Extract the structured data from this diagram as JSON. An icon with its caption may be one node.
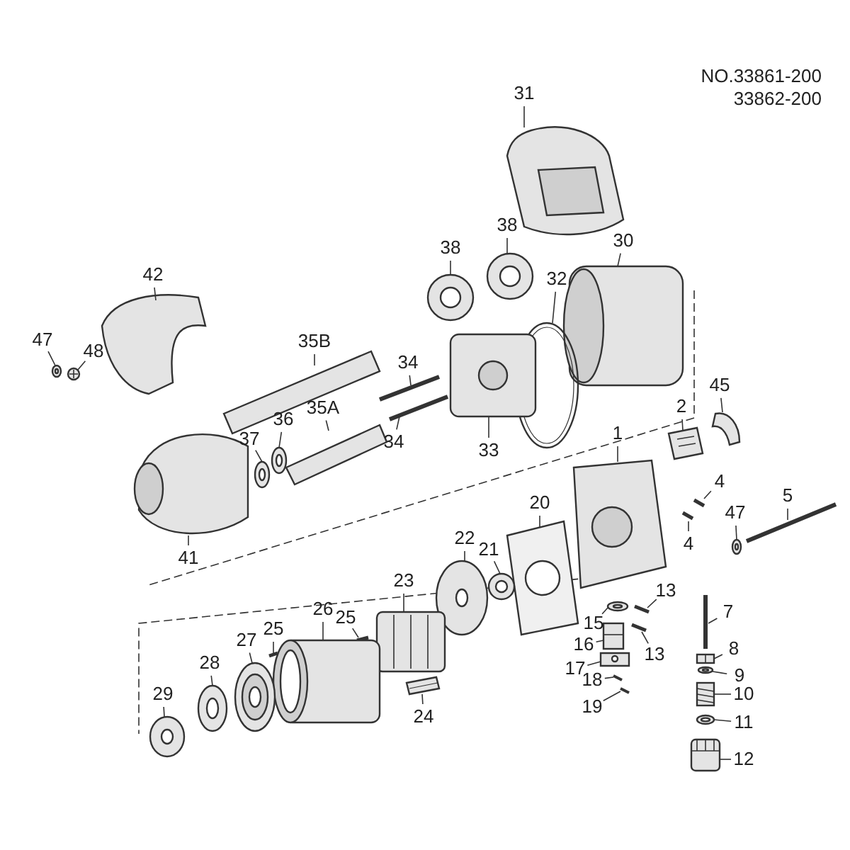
{
  "diagram": {
    "nodes": [
      {
        "text": [
          "31"
        ]
      },
      {
        "text": [
          "38"
        ]
      },
      {
        "text": [
          "38"
        ]
      },
      {
        "text": [
          "30"
        ]
      },
      {
        "text": [
          "32"
        ]
      },
      {
        "text": [
          "42"
        ]
      },
      {
        "text": [
          "47"
        ]
      },
      {
        "text": [
          "48"
        ]
      },
      {
        "text": [
          "35B"
        ]
      },
      {
        "text": [
          "34"
        ]
      },
      {
        "text": [
          "36"
        ]
      },
      {
        "text": [
          "35A"
        ]
      },
      {
        "text": [
          "37"
        ]
      },
      {
        "text": [
          "34"
        ]
      },
      {
        "text": [
          "33"
        ]
      },
      {
        "text": [
          "45"
        ]
      },
      {
        "text": [
          "2"
        ]
      },
      {
        "text": [
          "1"
        ]
      },
      {
        "text": [
          "4"
        ]
      },
      {
        "text": [
          "4"
        ]
      },
      {
        "text": [
          "47"
        ]
      },
      {
        "text": [
          "5"
        ]
      },
      {
        "text": [
          "20"
        ]
      },
      {
        "text": [
          "41"
        ]
      },
      {
        "text": [
          "22"
        ]
      },
      {
        "text": [
          "21"
        ]
      },
      {
        "text": [
          "23"
        ]
      },
      {
        "text": [
          "25"
        ]
      },
      {
        "text": [
          "26"
        ]
      },
      {
        "text": [
          "13"
        ]
      },
      {
        "text": [
          "15"
        ]
      },
      {
        "text": [
          "7"
        ]
      },
      {
        "text": [
          "25"
        ]
      },
      {
        "text": [
          "27"
        ]
      },
      {
        "text": [
          "16"
        ]
      },
      {
        "text": [
          "13"
        ]
      },
      {
        "text": [
          "8"
        ]
      },
      {
        "text": [
          "17"
        ]
      },
      {
        "text": [
          "9"
        ]
      },
      {
        "text": [
          "28"
        ]
      },
      {
        "text": [
          "29"
        ]
      },
      {
        "text": [
          "18"
        ]
      },
      {
        "text": [
          "10"
        ]
      },
      {
        "text": [
          "19"
        ]
      },
      {
        "text": [
          "24"
        ]
      },
      {
        "text": [
          "11"
        ]
      },
      {
        "text": [
          "12"
        ]
      },
      {
        "text": [],
        "shape": "picture"
      },
      {
        "text": [],
        "shape": "picture"
      },
      {
        "text": [],
        "shape": "picture"
      },
      {
        "text": [],
        "shape": "picture"
      },
      {
        "text": [],
        "shape": "picture"
      },
      {
        "text": [],
        "shape": "picture"
      },
      {
        "text": [],
        "shape": "picture"
      },
      {
        "text": [],
        "shape": "picture"
      },
      {
        "text": [],
        "shape": "picture"
      },
      {
        "text": [],
        "shape": "picture"
      },
      {
        "text": [],
        "shape": "picture"
      },
      {
        "text": [],
        "shape": "picture"
      },
      {
        "text": [],
        "shape": "picture"
      },
      {
        "text": [],
        "shape": "picture"
      },
      {
        "text": [],
        "shape": "picture"
      },
      {
        "text": [],
        "shape": "picture"
      },
      {
        "text": [],
        "shape": "picture"
      },
      {
        "text": [],
        "shape": "picture"
      },
      {
        "text": [],
        "shape": "picture"
      },
      {
        "text": [],
        "shape": "picture"
      },
      {
        "text": [],
        "shape": "picture"
      },
      {
        "text": [],
        "shape": "picture"
      },
      {
        "text": [],
        "shape": "picture"
      },
      {
        "text": [],
        "shape": "picture"
      },
      {
        "text": [],
        "shape": "picture"
      },
      {
        "text": [],
        "shape": "picture"
      },
      {
        "text": [],
        "shape": "picture"
      },
      {
        "text": [],
        "shape": "picture"
      },
      {
        "text": [],
        "shape": "picture"
      },
      {
        "text": [],
        "shape": "picture"
      },
      {
        "text": [],
        "shape": "picture"
      },
      {
        "text": [],
        "shape": "picture"
      },
      {
        "text": [],
        "shape": "picture"
      },
      {
        "text": [],
        "shape": "picture"
      },
      {
        "text": [],
        "shape": "picture"
      },
      {
        "text": [],
        "shape": "picture"
      },
      {
        "text": [],
        "shape": "picture"
      },
      {
        "text": [],
        "shape": "picture"
      },
      {
        "text": [],
        "shape": "picture"
      },
      {
        "text": [],
        "shape": "picture"
      },
      {
        "text": [],
        "shape": "picture"
      },
      {
        "text": [],
        "shape": "picture"
      },
      {
        "text": [],
        "shape": "picture"
      },
      {
        "text": [],
        "shape": "picture"
      },
      {
        "text": [],
        "shape": "picture"
      },
      {
        "text": [],
        "shape": "picture"
      },
      {
        "text": [],
        "shape": "picture"
      }
    ],
    "edges": [
      {
        "from": 0,
        "to": 47,
        "arrow": "none"
      },
      {
        "from": 1,
        "to": 48,
        "arrow": "none"
      },
      {
        "from": 2,
        "to": 49,
        "arrow": "none"
      },
      {
        "from": 3,
        "to": 50,
        "arrow": "none"
      },
      {
        "from": 4,
        "to": 51,
        "arrow": "none"
      },
      {
        "from": 5,
        "to": 52,
        "arrow": "none"
      },
      {
        "from": 6,
        "to": 53,
        "arrow": "none"
      },
      {
        "from": 7,
        "to": 54,
        "arrow": "none"
      },
      {
        "from": 8,
        "to": 55,
        "arrow": "none"
      },
      {
        "from": 9,
        "to": 56,
        "arrow": "none"
      },
      {
        "from": 10,
        "to": 57,
        "arrow": "none"
      },
      {
        "from": 11,
        "to": 58,
        "arrow": "none"
      },
      {
        "from": 12,
        "to": 59,
        "arrow": "none"
      },
      {
        "from": 13,
        "to": 60,
        "arrow": "none"
      },
      {
        "from": 14,
        "to": 61,
        "arrow": "none"
      },
      {
        "from": 15,
        "to": 62,
        "arrow": "none"
      },
      {
        "from": 16,
        "to": 63,
        "arrow": "none"
      },
      {
        "from": 17,
        "to": 64,
        "arrow": "none"
      },
      {
        "from": 18,
        "to": 65,
        "arrow": "none"
      },
      {
        "from": 19,
        "to": 66,
        "arrow": "none"
      },
      {
        "from": 20,
        "to": 67,
        "arrow": "none"
      },
      {
        "from": 21,
        "to": 68,
        "arrow": "none"
      },
      {
        "from": 22,
        "to": 69,
        "arrow": "none"
      },
      {
        "from": 23,
        "to": 70,
        "arrow": "none"
      },
      {
        "from": 24,
        "to": 71,
        "arrow": "none"
      },
      {
        "from": 25,
        "to": 72,
        "arrow": "none"
      },
      {
        "from": 26,
        "to": 73,
        "arrow": "none"
      },
      {
        "from": 27,
        "to": 74,
        "arrow": "none"
      },
      {
        "from": 28,
        "to": 75,
        "arrow": "none"
      },
      {
        "from": 29,
        "to": 76,
        "arrow": "none"
      },
      {
        "from": 30,
        "to": 77,
        "arrow": "none"
      },
      {
        "from": 31,
        "to": 78,
        "arrow": "none"
      },
      {
        "from": 32,
        "to": 79,
        "arrow": "none"
      },
      {
        "from": 33,
        "to": 80,
        "arrow": "none"
      },
      {
        "from": 34,
        "to": 81,
        "arrow": "none"
      },
      {
        "from": 35,
        "to": 82,
        "arrow": "none"
      },
      {
        "from": 36,
        "to": 83,
        "arrow": "none"
      },
      {
        "from": 37,
        "to": 84,
        "arrow": "none"
      },
      {
        "from": 38,
        "to": 85,
        "arrow": "none"
      },
      {
        "from": 39,
        "to": 86,
        "arrow": "none"
      },
      {
        "from": 40,
        "to": 87,
        "arrow": "none"
      },
      {
        "from": 41,
        "to": 88,
        "arrow": "none"
      },
      {
        "from": 42,
        "to": 89,
        "arrow": "none"
      },
      {
        "from": 43,
        "to": 90,
        "arrow": "none"
      },
      {
        "from": 44,
        "to": 91,
        "arrow": "none"
      },
      {
        "from": 45,
        "to": 92,
        "arrow": "none"
      },
      {
        "from": 46,
        "to": 93,
        "arrow": "none"
      }
    ],
    "labels": [
      "NO.33861-200",
      "33862-200"
    ]
  }
}
